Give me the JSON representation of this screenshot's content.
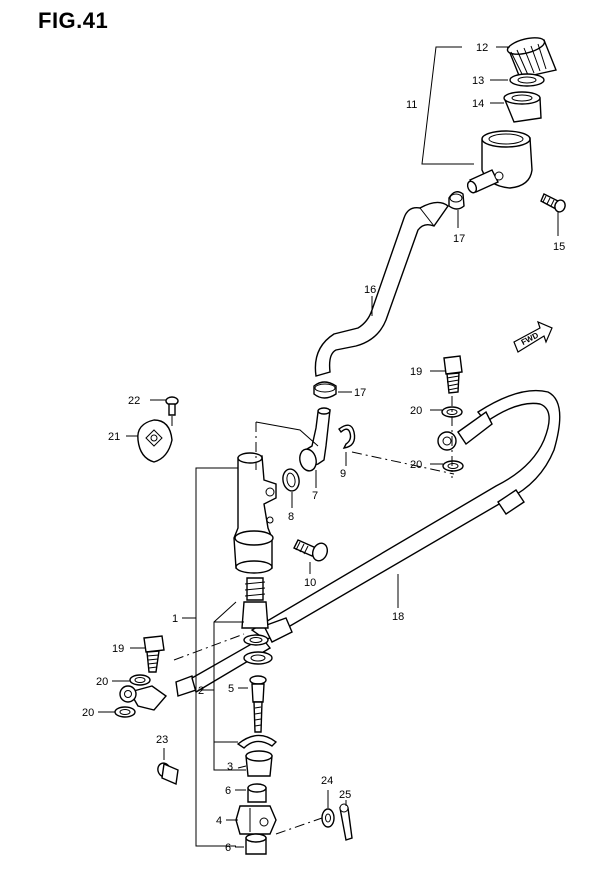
{
  "figure": {
    "title": "FIG.41"
  },
  "fwd_mark": "FWD",
  "callouts": {
    "c1": "1",
    "c2": "2",
    "c3": "3",
    "c4": "4",
    "c5": "5",
    "c6a": "6",
    "c6b": "6",
    "c7": "7",
    "c8": "8",
    "c9": "9",
    "c10": "10",
    "c11": "11",
    "c12": "12",
    "c13": "13",
    "c14": "14",
    "c15": "15",
    "c16": "16",
    "c17a": "17",
    "c17b": "17",
    "c18": "18",
    "c19a": "19",
    "c19b": "19",
    "c20a": "20",
    "c20b": "20",
    "c20c": "20",
    "c20d": "20",
    "c21": "21",
    "c22": "22",
    "c23": "23",
    "c24": "24",
    "c25": "25"
  }
}
